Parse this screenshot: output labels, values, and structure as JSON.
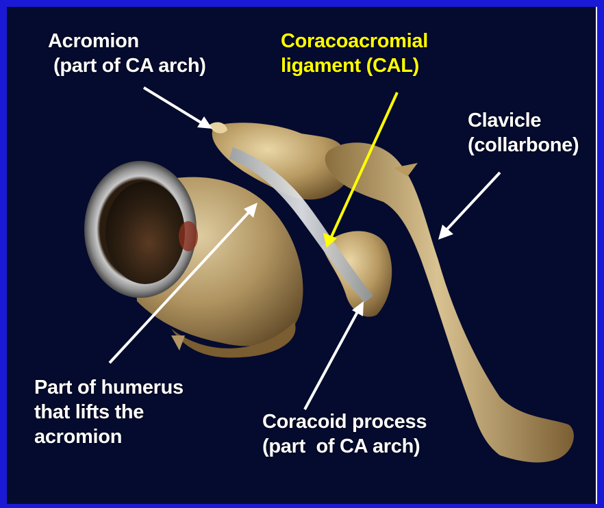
{
  "colors": {
    "border": "#1a1ad6",
    "background": "#050b2e",
    "label_white": "#ffffff",
    "label_yellow": "#ffff00",
    "bone": "#b59a6a"
  },
  "labels": {
    "acromion": {
      "line1": "Acromion",
      "line2": "(part of CA arch)"
    },
    "cal": {
      "line1": "Coracoacromial",
      "line2": "ligament (CAL)"
    },
    "clavicle": {
      "line1": "Clavicle",
      "line2": "(collarbone)"
    },
    "humerus": {
      "line1": "Part of humerus",
      "line2": "that lifts the",
      "line3": "acromion"
    },
    "coracoid": {
      "line1": "Coracoid process",
      "line2": "(part  of CA arch)"
    }
  }
}
